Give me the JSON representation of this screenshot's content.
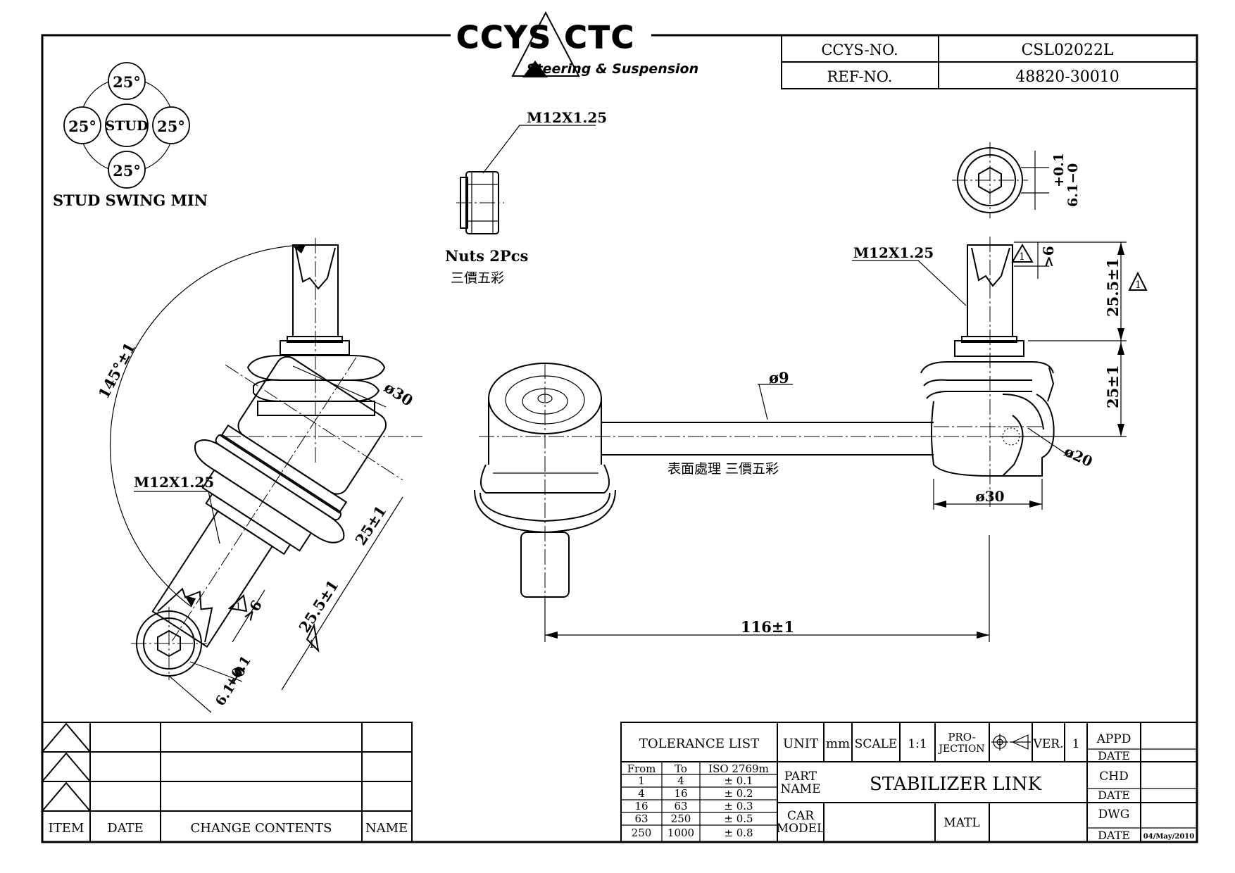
{
  "logo": {
    "text": "CCYS CTC",
    "tagline": "Steering & Suspension"
  },
  "header": {
    "ccys_no_label": "CCYS-NO.",
    "ccys_no_value": "CSL02022L",
    "ref_no_label": "REF-NO.",
    "ref_no_value": "48820-30010"
  },
  "swing": {
    "top": "25°",
    "left": "25°",
    "right": "25°",
    "bottom": "25°",
    "center": "STUD",
    "caption": "STUD SWING MIN"
  },
  "nut": {
    "thread": "M12X1.25",
    "caption": "Nuts 2Pcs",
    "note": "三價五彩"
  },
  "dims": {
    "angle": "145°±1",
    "left_dia": "ø30",
    "left_thread": "M12X1.25",
    "left_25": "25±1",
    "left_255": "25.5±1",
    "left_gt6": ">6",
    "left_tol": "+0.1",
    "left_tol2": "6.1−0",
    "rod_dia": "ø9",
    "surface": "表面處理  三價五彩",
    "length": "116±1",
    "right_thread": "M12X1.25",
    "right_gt6": ">6",
    "right_255": "25.5±1",
    "right_25": "25±1",
    "right_dia20": "ø20",
    "right_dia30": "ø30",
    "right_tol": "+0.1",
    "right_tol2": "6.1−0",
    "rev_mark": "1"
  },
  "revision_table": {
    "headers": [
      "ITEM",
      "DATE",
      "CHANGE CONTENTS",
      "NAME"
    ]
  },
  "title_block": {
    "tolerance_title": "TOLERANCE LIST",
    "tol_headers": [
      "From",
      "To",
      "ISO 2769m"
    ],
    "tol_rows": [
      [
        "1",
        "4",
        "± 0.1"
      ],
      [
        "4",
        "16",
        "± 0.2"
      ],
      [
        "16",
        "63",
        "± 0.3"
      ],
      [
        "63",
        "250",
        "± 0.5"
      ],
      [
        "250",
        "1000",
        "± 0.8"
      ]
    ],
    "unit_label": "UNIT",
    "unit_value": "mm",
    "scale_label": "SCALE",
    "scale_value": "1:1",
    "projection_label_1": "PRO-",
    "projection_label_2": "JECTION",
    "ver_label": "VER.",
    "ver_value": "1",
    "part_name_label_1": "PART",
    "part_name_label_2": "NAME",
    "part_name": "STABILIZER  LINK",
    "car_model_label_1": "CAR",
    "car_model_label_2": "MODEL",
    "matl_label": "MATL",
    "appd": "APPD",
    "chd": "CHD",
    "dwg": "DWG",
    "date_label": "DATE",
    "date_value": "04/May/2010"
  }
}
